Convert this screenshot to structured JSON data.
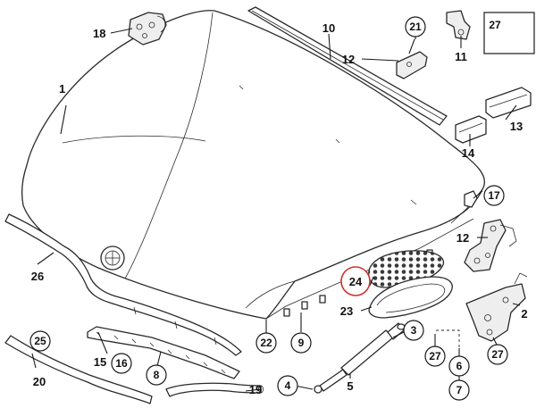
{
  "colors": {
    "line": "#2a2a2a",
    "highlight": "#d0322d",
    "grille": "#3a3a3a"
  },
  "callouts": {
    "p1": "1",
    "p2": "2",
    "p3": "3",
    "p4": "4",
    "p5": "5",
    "p6": "6",
    "p7": "7",
    "p8": "8",
    "p9": "9",
    "p10": "10",
    "p11": "11",
    "p12_top": "12",
    "p12_hinge": "12",
    "p13": "13",
    "p14": "14",
    "p15": "15",
    "p16": "16",
    "p17": "17",
    "p18": "18",
    "p19": "19",
    "p20": "20",
    "p21": "21",
    "p22": "22",
    "p23": "23",
    "p24": "24",
    "p25": "25",
    "p26": "26",
    "p27_top": "27",
    "p27_left": "27",
    "p27_right": "27"
  },
  "highlighted_part": "24"
}
